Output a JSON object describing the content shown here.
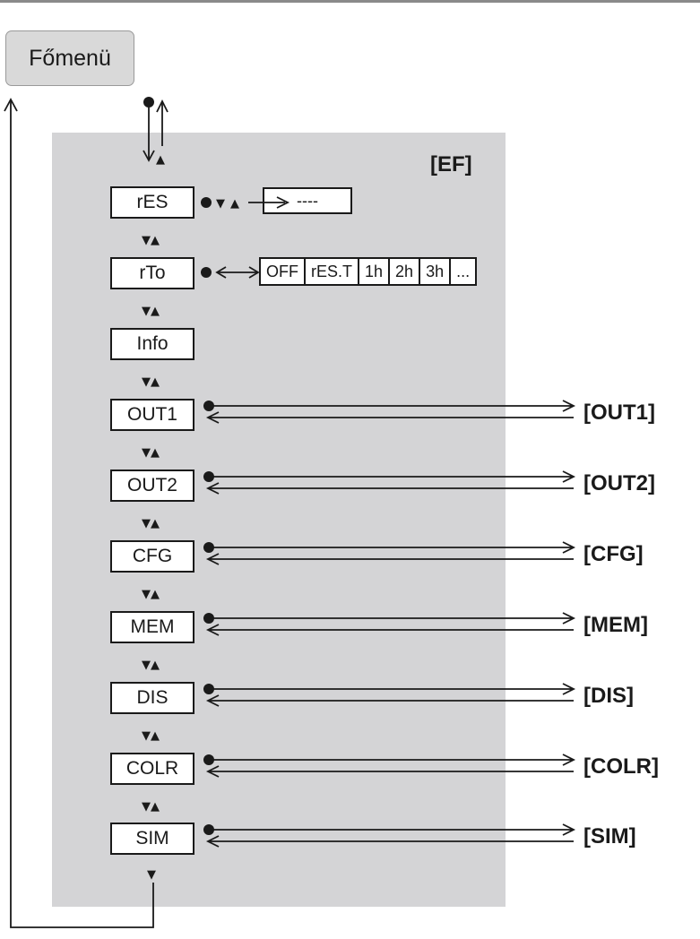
{
  "main_menu": {
    "label": "Főmenü"
  },
  "panel": {
    "label": "[EF]"
  },
  "menu_items": [
    {
      "id": "res",
      "label": "rES"
    },
    {
      "id": "rto",
      "label": "rTo"
    },
    {
      "id": "info",
      "label": "Info"
    },
    {
      "id": "out1",
      "label": "OUT1",
      "target": "[OUT1]"
    },
    {
      "id": "out2",
      "label": "OUT2",
      "target": "[OUT2]"
    },
    {
      "id": "cfg",
      "label": "CFG",
      "target": "[CFG]"
    },
    {
      "id": "mem",
      "label": "MEM",
      "target": "[MEM]"
    },
    {
      "id": "dis",
      "label": "DIS",
      "target": "[DIS]"
    },
    {
      "id": "colr",
      "label": "COLR",
      "target": "[COLR]"
    },
    {
      "id": "sim",
      "label": "SIM",
      "target": "[SIM]"
    }
  ],
  "res_value": "----",
  "rto_options": [
    "OFF",
    "rES.T",
    "1h",
    "2h",
    "3h",
    "..."
  ],
  "glyphs": {
    "dot": "●",
    "down": "▼",
    "up": "▲"
  },
  "colors": {
    "panel": "#d4d4d6",
    "button": "#d9d9d9",
    "line": "#1a1a1a"
  }
}
